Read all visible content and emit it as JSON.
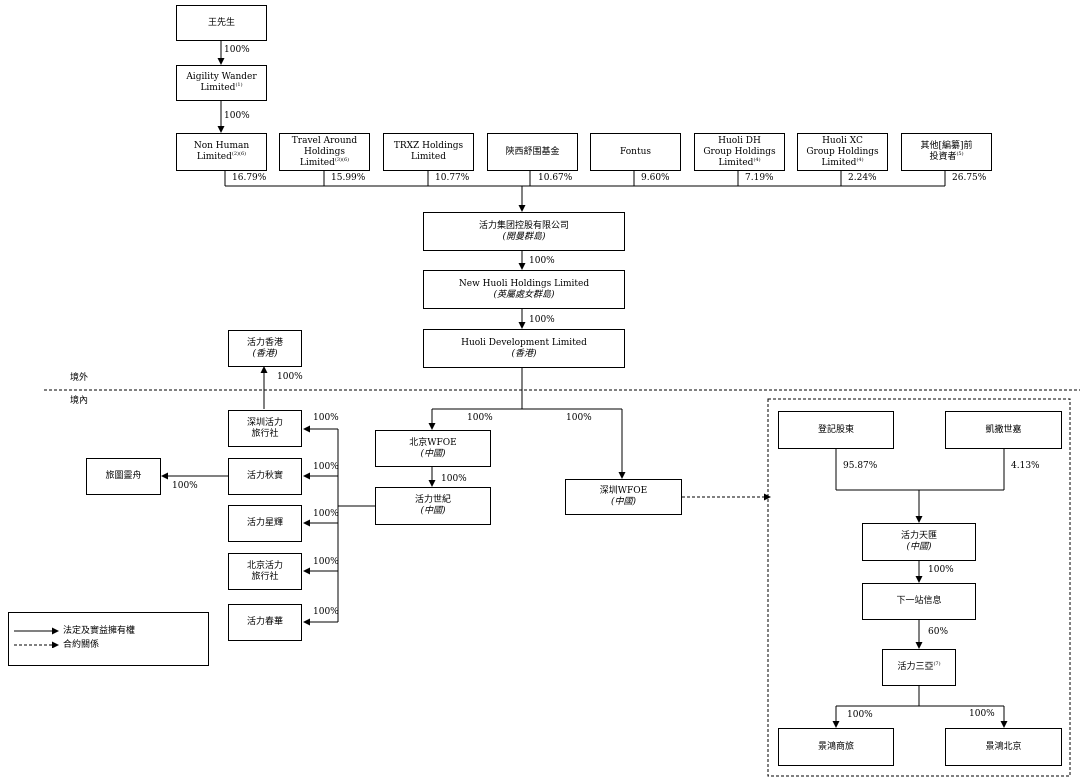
{
  "top": {
    "wang": "王先生",
    "agility_l1": "Aigility Wander",
    "agility_l2": "Limited",
    "agility_note": "(1)",
    "pct_wang_agility": "100%",
    "pct_agility_nonhuman": "100%"
  },
  "shareholders": [
    {
      "l1": "Non Human",
      "l2": "Limited",
      "note": "(2)(6)",
      "pct": "16.79%"
    },
    {
      "l1": "Travel Around",
      "l2": "Holdings Limited",
      "note": "(3)(6)",
      "pct": "15.99%"
    },
    {
      "l1": "TRXZ Holdings",
      "l2": "Limited",
      "note": "",
      "pct": "10.77%"
    },
    {
      "l1": "陝西舒围基金",
      "l2": "",
      "note": "",
      "pct": "10.67%"
    },
    {
      "l1": "Fontus",
      "l2": "",
      "note": "",
      "pct": "9.60%"
    },
    {
      "l1": "Huoli DH",
      "l2": "Group Holdings",
      "l3": "Limited",
      "note": "(4)",
      "pct": "7.19%"
    },
    {
      "l1": "Huoli XC",
      "l2": "Group Holdings",
      "l3": "Limited",
      "note": "(4)",
      "pct": "2.24%"
    },
    {
      "l1": "其他[編纂]前",
      "l2": "投資者",
      "note": "(5)",
      "pct": "26.75%"
    }
  ],
  "company": {
    "name": "活力集团控股有限公司",
    "jur": "(開曼群島)",
    "pct_to_newhuoli": "100%"
  },
  "new_huoli": {
    "name": "New Huoli Holdings Limited",
    "jur": "(英屬處女群島)",
    "pct_to_dev": "100%"
  },
  "dev": {
    "name": "Huoli Development Limited",
    "jur": "(香港)"
  },
  "hk": {
    "name": "活力香港",
    "jur": "(香港)",
    "pct": "100%"
  },
  "zones": {
    "offshore": "境外",
    "onshore": "境內"
  },
  "wfoe_pcts": {
    "to_beijing": "100%",
    "to_shenzhen": "100%"
  },
  "beijing_wfoe": {
    "name": "北京WFOE",
    "jur": "(中國)",
    "pct_to_shiji": "100%"
  },
  "shiji": {
    "name": "活力世紀",
    "jur": "(中國)"
  },
  "shenzhen_wfoe": {
    "name": "深圳WFOE",
    "jur": "(中國)"
  },
  "subsidiaries": [
    {
      "l1": "深圳活力",
      "l2": "旅行社",
      "pct": "100%"
    },
    {
      "l1": "活力秋實",
      "l2": "",
      "pct": "100%"
    },
    {
      "l1": "活力星輝",
      "l2": "",
      "pct": "100%"
    },
    {
      "l1": "北京活力",
      "l2": "旅行社",
      "pct": "100%"
    },
    {
      "l1": "活力春華",
      "l2": "",
      "pct": "100%"
    }
  ],
  "lvtu": {
    "name": "旅圖靈舟",
    "pct": "100%"
  },
  "vie": {
    "registered": "登記股東",
    "kaisa": "凱撒世嘉",
    "pct_registered": "95.87%",
    "pct_kaisa": "4.13%",
    "tianhui": "活力天匯",
    "tianhui_jur": "(中國)",
    "pct_to_xiayizhan": "100%",
    "xiayizhan": "下一站信息",
    "pct_to_sanya": "60%",
    "sanya": "活力三亞",
    "sanya_note": "(7)",
    "pct_shanglv": "100%",
    "pct_beijing": "100%",
    "shanglv": "景鴻商旅",
    "jh_beijing": "景鴻北京"
  },
  "legend": {
    "solid": "法定及實益擁有權",
    "dashed": "合約關係"
  }
}
